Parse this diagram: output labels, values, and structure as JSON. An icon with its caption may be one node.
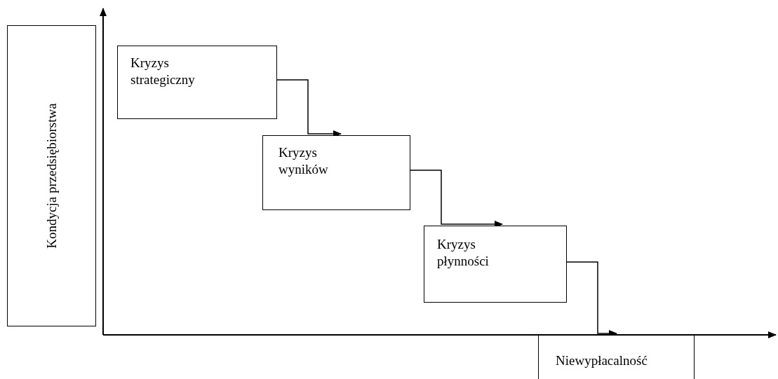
{
  "diagram": {
    "nodes": [
      {
        "text": [
          "Kondycja przedsiębiorstwa"
        ]
      },
      {
        "text": [
          "Kryzys strategiczny"
        ]
      },
      {
        "text": [
          "Kryzys wyników"
        ]
      },
      {
        "text": [
          "Kryzys płynności"
        ]
      },
      {
        "text": [
          "Niewypłacalność"
        ]
      }
    ],
    "edges": [
      {
        "from": 1,
        "to": 2,
        "arrow": "to"
      },
      {
        "from": 2,
        "to": 3,
        "arrow": "to"
      },
      {
        "from": 3,
        "to": 4,
        "arrow": "to"
      }
    ]
  }
}
